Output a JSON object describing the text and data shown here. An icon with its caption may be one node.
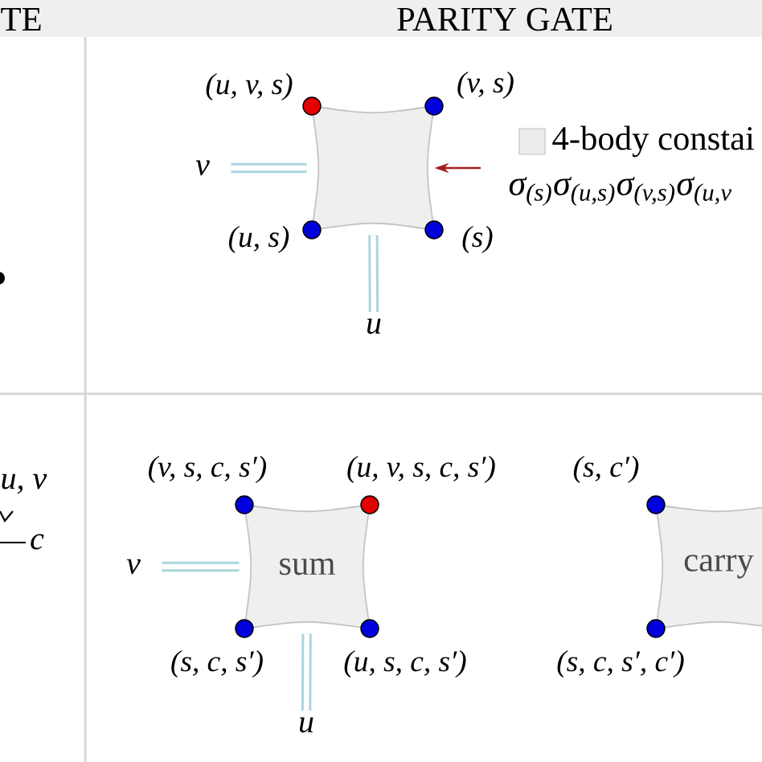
{
  "diagram": {
    "nodes": [
      {
        "text": [],
        "shape": "box"
      },
      {
        "text": [
          "v"
        ]
      },
      {
        "text": [
          "u"
        ]
      },
      {
        "text": [
          "sum"
        ]
      },
      {
        "text": [
          "carry"
        ]
      },
      {
        "text": [
          "v"
        ]
      },
      {
        "text": [
          "u"
        ]
      }
    ],
    "edges": [
      {
        "from": 1,
        "to": 0,
        "arrow": "none"
      },
      {
        "from": 2,
        "to": 0,
        "arrow": "none"
      },
      {
        "from": null,
        "to": 0,
        "arrow": "to",
        "color": "#a81c1c"
      },
      {
        "from": 5,
        "to": 3,
        "arrow": "none"
      },
      {
        "from": 6,
        "to": 3,
        "arrow": "none"
      }
    ],
    "labels": [
      "TE",
      "PARITY GATE",
      "(u, v, s)",
      "(v, s)",
      "(u, s)",
      "(s)",
      "σ$_{(s)}$σ$_{(u,s)}$σ$_{(v,s)}$σ$_{(u,v}$",
      "u, v",
      "c",
      "(v, s, c, s′)",
      "(u, v, s, c, s′)",
      "(s, c′)",
      "(s, c, s′)",
      "(u, s, c, s′)",
      "(s, c, s′, c′)"
    ],
    "legend": [
      {
        "text": "4-body constai",
        "color": "#ececec"
      }
    ]
  }
}
